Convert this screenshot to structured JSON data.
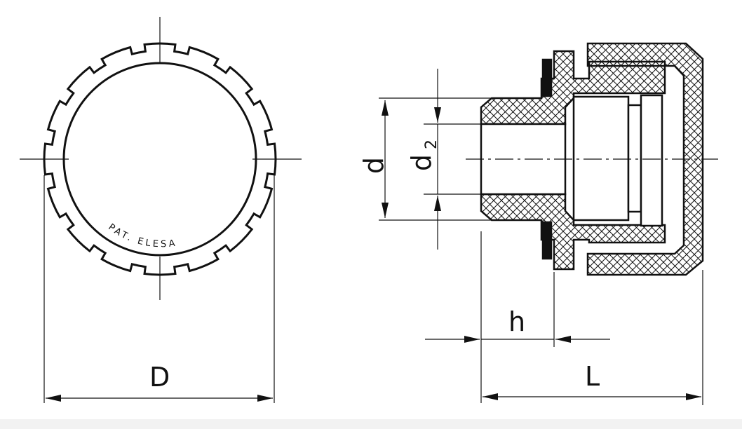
{
  "dimensions": {
    "D": "D",
    "L": "L",
    "h": "h",
    "d": "d",
    "d2_base": "d",
    "d2_sub": "2"
  },
  "emboss": "PAT. ELESA",
  "colors": {
    "stroke": "#111111",
    "background": "#ffffff",
    "bottom_band": "#f2f2f2"
  }
}
